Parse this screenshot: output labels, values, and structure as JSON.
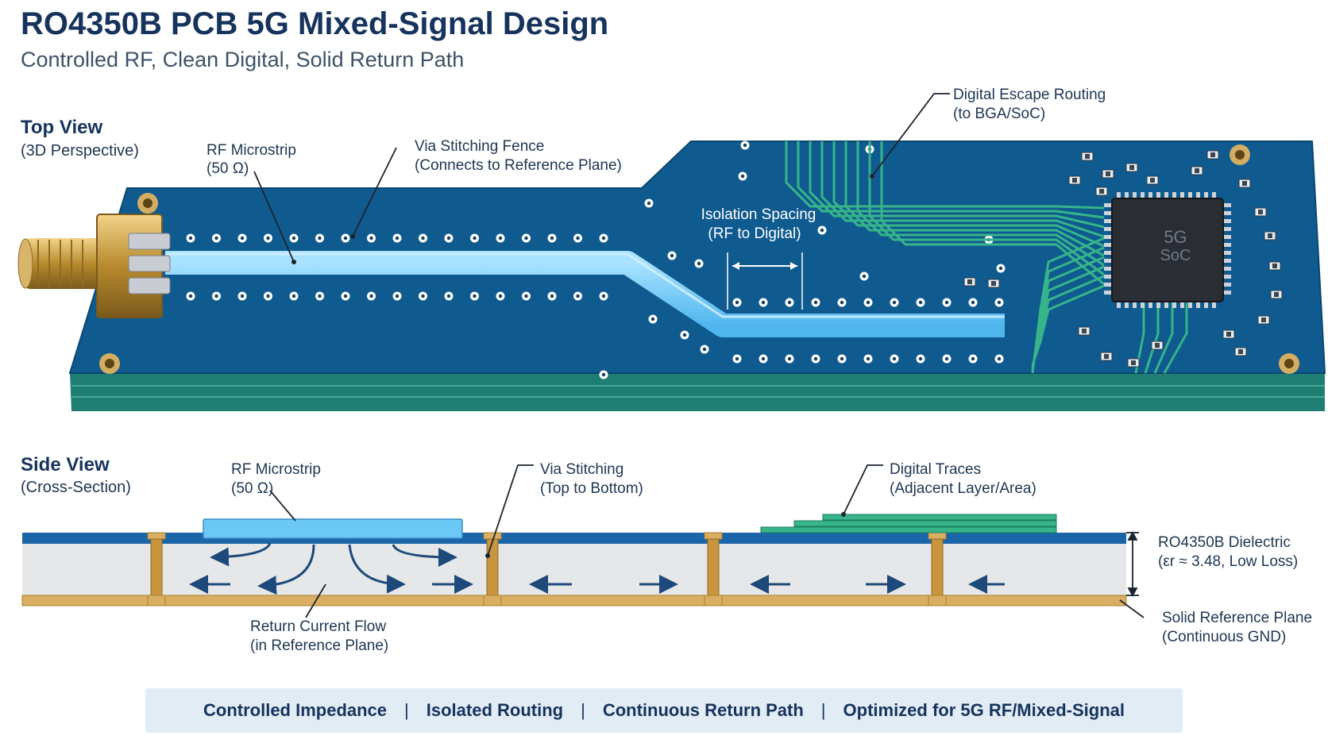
{
  "header": {
    "title": "RO4350B PCB 5G Mixed-Signal Design",
    "subtitle": "Controlled RF, Clean Digital, Solid Return Path"
  },
  "top_view": {
    "heading": "Top View",
    "subheading": "(3D Perspective)",
    "chip_line1": "5G",
    "chip_line2": "SoC",
    "labels": {
      "rf_microstrip_1": "RF Microstrip",
      "rf_microstrip_2": "(50 Ω)",
      "via_fence_1": "Via Stitching Fence",
      "via_fence_2": "(Connects to Reference Plane)",
      "escape_1": "Digital Escape Routing",
      "escape_2": "(to BGA/SoC)",
      "isolation_1": "Isolation Spacing",
      "isolation_2": "(RF to Digital)"
    }
  },
  "side_view": {
    "heading": "Side View",
    "subheading": "(Cross-Section)",
    "labels": {
      "rf_microstrip_1": "RF Microstrip",
      "rf_microstrip_2": "(50 Ω)",
      "via_1": "Via Stitching",
      "via_2": "(Top to Bottom)",
      "digital_1": "Digital Traces",
      "digital_2": "(Adjacent Layer/Area)",
      "dielectric_1": "RO4350B Dielectric",
      "dielectric_2": "(εr ≈ 3.48, Low Loss)",
      "ref_1": "Solid Reference Plane",
      "ref_2": "(Continuous GND)",
      "return_1": "Return Current Flow",
      "return_2": "(in Reference Plane)"
    }
  },
  "footer": {
    "items": [
      "Controlled Impedance",
      "Isolated Routing",
      "Continuous Return Path",
      "Optimized for 5G RF/Mixed-Signal"
    ]
  },
  "colors": {
    "board": "#0f5a8f",
    "board_edge": "#2b8a7e",
    "rf_trace": "#6cc8f5",
    "digital_trace": "#37b48a",
    "copper": "#c8a05a",
    "dielectric": "#e6e6e6",
    "title": "#16335d"
  },
  "icons": [
    "sma-connector-icon",
    "chip-icon"
  ]
}
